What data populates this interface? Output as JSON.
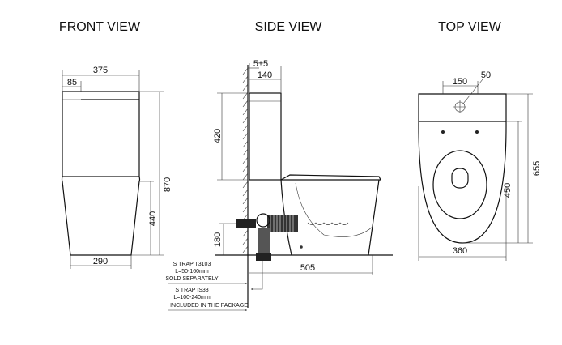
{
  "titles": {
    "front": "FRONT VIEW",
    "side": "SIDE VIEW",
    "top": "TOP VIEW"
  },
  "front_view": {
    "width_total": "375",
    "width_top_offset": "85",
    "height_total": "870",
    "height_bowl": "440",
    "width_base": "290"
  },
  "side_view": {
    "wall_gap": "5±5",
    "tank_depth": "140",
    "tank_height": "420",
    "outlet_height": "180",
    "length_from_wall": "505",
    "notes": [
      "S TRAP T3103",
      "L=50-160mm",
      "SOLD SEPARATELY",
      "S TRAP IS33",
      "L=100-240mm",
      "INCLUDED IN THE PACKAGE"
    ]
  },
  "top_view": {
    "hole_spacing": "150",
    "hole_diameter": "50",
    "length_total": "655",
    "length_bowl": "450",
    "width": "360"
  }
}
